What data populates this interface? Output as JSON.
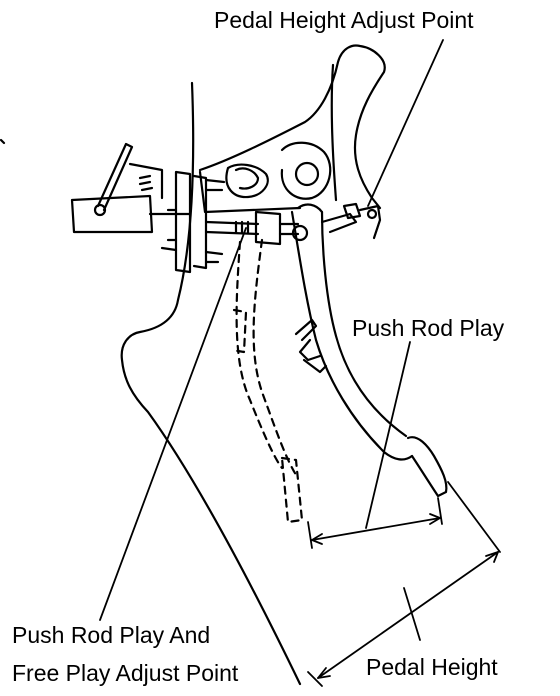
{
  "labels": {
    "pedal_height_adjust_point": "Pedal Height Adjust Point",
    "push_rod_play": "Push Rod Play",
    "push_rod_play_and_free_play_line1": "Push Rod Play And",
    "push_rod_play_and_free_play_line2": "Free Play Adjust Point",
    "pedal_height": "Pedal Height"
  }
}
